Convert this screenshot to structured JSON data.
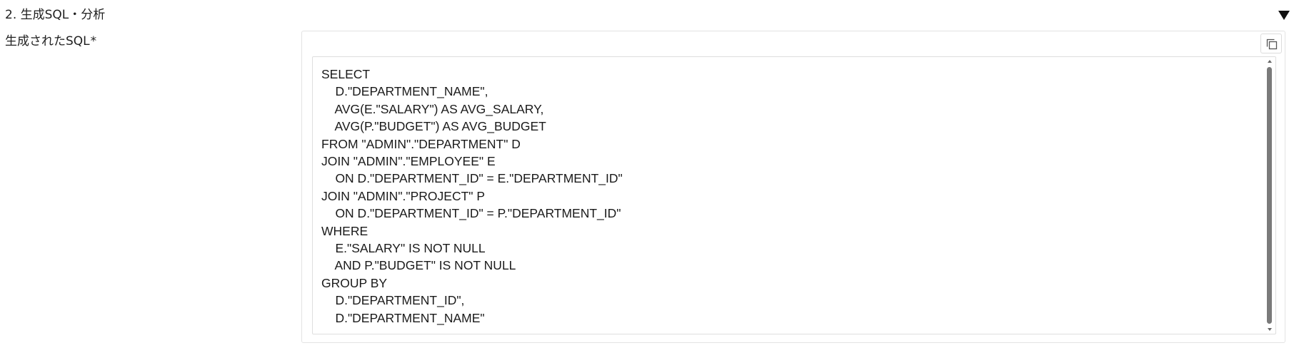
{
  "section": {
    "title": "2. 生成SQL・分析"
  },
  "field": {
    "label": "生成されたSQL",
    "required_marker": "*",
    "sql_lines": [
      "SELECT",
      "    D.\"DEPARTMENT_NAME\",",
      "    AVG(E.\"SALARY\") AS AVG_SALARY,",
      "    AVG(P.\"BUDGET\") AS AVG_BUDGET",
      "FROM \"ADMIN\".\"DEPARTMENT\" D",
      "JOIN \"ADMIN\".\"EMPLOYEE\" E",
      "    ON D.\"DEPARTMENT_ID\" = E.\"DEPARTMENT_ID\"",
      "JOIN \"ADMIN\".\"PROJECT\" P",
      "    ON D.\"DEPARTMENT_ID\" = P.\"DEPARTMENT_ID\"",
      "WHERE",
      "    E.\"SALARY\" IS NOT NULL",
      "    AND P.\"BUDGET\" IS NOT NULL",
      "GROUP BY",
      "    D.\"DEPARTMENT_ID\",",
      "    D.\"DEPARTMENT_NAME\""
    ]
  },
  "icons": {
    "collapse": "triangle-down-icon",
    "copy": "copy-icon",
    "scroll_up": "scroll-up-arrow-icon",
    "scroll_down": "scroll-down-arrow-icon"
  },
  "colors": {
    "text": "#1f1f1f",
    "border": "#e3e3e3",
    "scroll_thumb": "#7a7a7a"
  }
}
